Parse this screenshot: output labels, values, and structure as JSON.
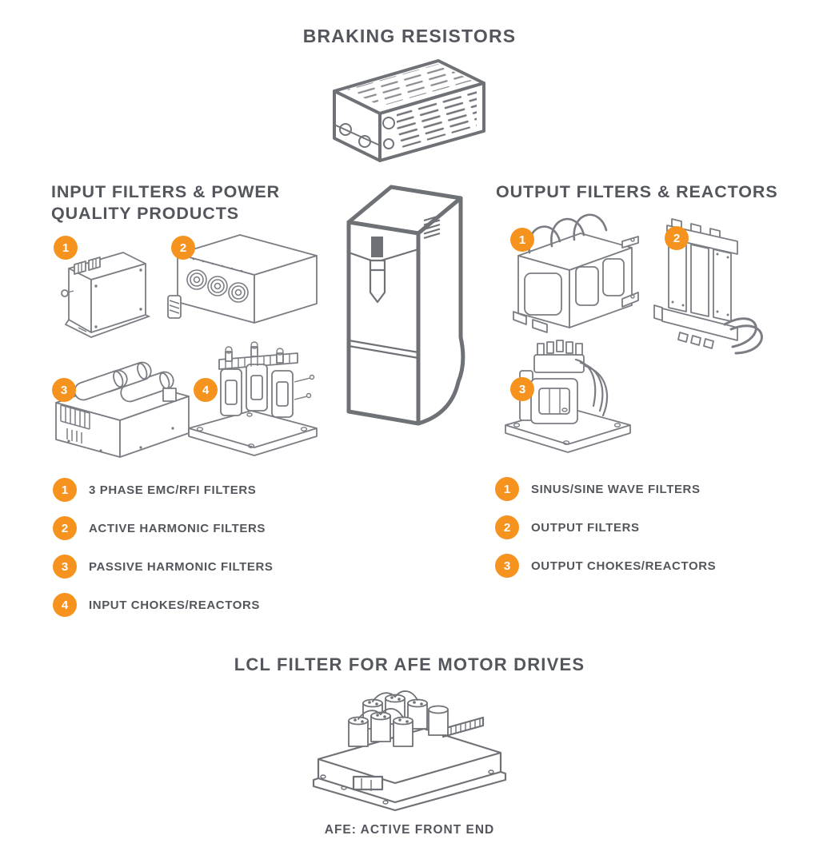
{
  "colors": {
    "accent_orange": "#F6921E",
    "heading_text": "#53565C",
    "line_art_thick": "#6E7176",
    "line_art_thin": "#7A7D83"
  },
  "braking_section": {
    "title": "BRAKING RESISTORS"
  },
  "input_section": {
    "title": "INPUT FILTERS & POWER QUALITY PRODUCTS",
    "legend": [
      {
        "number": "1",
        "label": "3 PHASE EMC/RFI FILTERS"
      },
      {
        "number": "2",
        "label": "ACTIVE HARMONIC FILTERS"
      },
      {
        "number": "3",
        "label": "PASSIVE HARMONIC FILTERS"
      },
      {
        "number": "4",
        "label": "INPUT CHOKES/REACTORS"
      }
    ]
  },
  "output_section": {
    "title": "OUTPUT FILTERS & REACTORS",
    "legend": [
      {
        "number": "1",
        "label": "SINUS/SINE WAVE FILTERS"
      },
      {
        "number": "2",
        "label": "OUTPUT FILTERS"
      },
      {
        "number": "3",
        "label": "OUTPUT CHOKES/REACTORS"
      }
    ]
  },
  "lcl_section": {
    "title": "LCL FILTER FOR AFE MOTOR DRIVES",
    "caption": "AFE: ACTIVE FRONT END"
  }
}
